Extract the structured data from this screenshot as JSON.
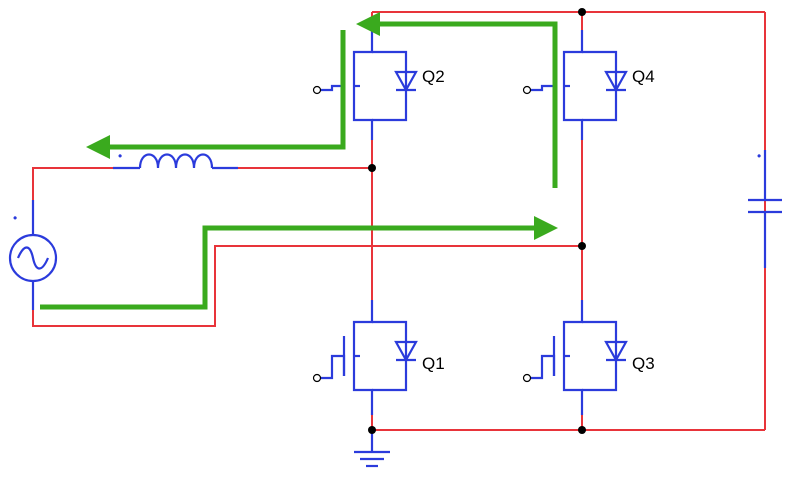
{
  "diagram": {
    "type": "circuit-schematic",
    "labels": {
      "q1": "Q1",
      "q2": "Q2",
      "q3": "Q3",
      "q4": "Q4"
    },
    "components": [
      "ac-source",
      "inductor",
      "mosfet-q1",
      "mosfet-q2",
      "mosfet-q3",
      "mosfet-q4",
      "capacitor",
      "ground"
    ],
    "annotation": "current-flow-path",
    "colors": {
      "wire": "#e8343a",
      "component": "#2b3bdc",
      "current_path": "#3aaa1e",
      "node": "#000000"
    }
  }
}
